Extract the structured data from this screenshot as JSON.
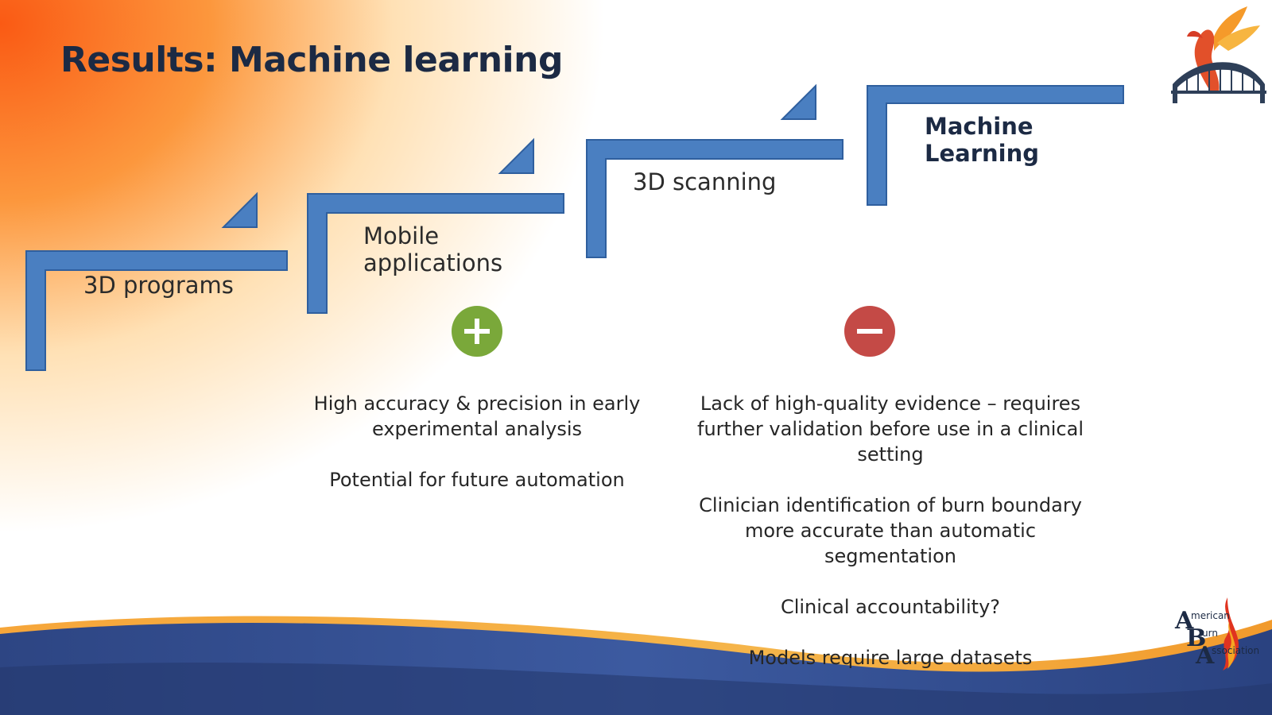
{
  "slide": {
    "title": "Results: Machine learning",
    "steps": [
      {
        "label_line1": "3D programs",
        "label_line2": ""
      },
      {
        "label_line1": "Mobile",
        "label_line2": "applications"
      },
      {
        "label_line1": "3D scanning",
        "label_line2": ""
      },
      {
        "label_line1": "Machine",
        "label_line2": "Learning"
      }
    ],
    "pros": {
      "icon": "plus-icon",
      "items": [
        "High accuracy & precision in early experimental analysis",
        "Potential for future automation"
      ]
    },
    "cons": {
      "icon": "minus-icon",
      "items": [
        "Lack of high-quality evidence – requires further validation before use in a clinical setting",
        "Clinician identification of burn boundary more accurate than automatic segmentation",
        "Clinical accountability?",
        "Models require large datasets"
      ]
    },
    "logos": {
      "aba_big_a": "A",
      "aba_big_b": "B",
      "aba_big_a2": "A",
      "aba_line1": "merican",
      "aba_line2": "urn",
      "aba_line3": "ssociation"
    },
    "colors": {
      "step_blue": "#4a7fc1",
      "step_blue_dark": "#2f5f9e",
      "plus_green": "#7aa83a",
      "minus_red": "#c44a46",
      "title_navy": "#1c2a44",
      "wave_blue": "#2e4a8a",
      "wave_orange": "#f5a623"
    }
  }
}
